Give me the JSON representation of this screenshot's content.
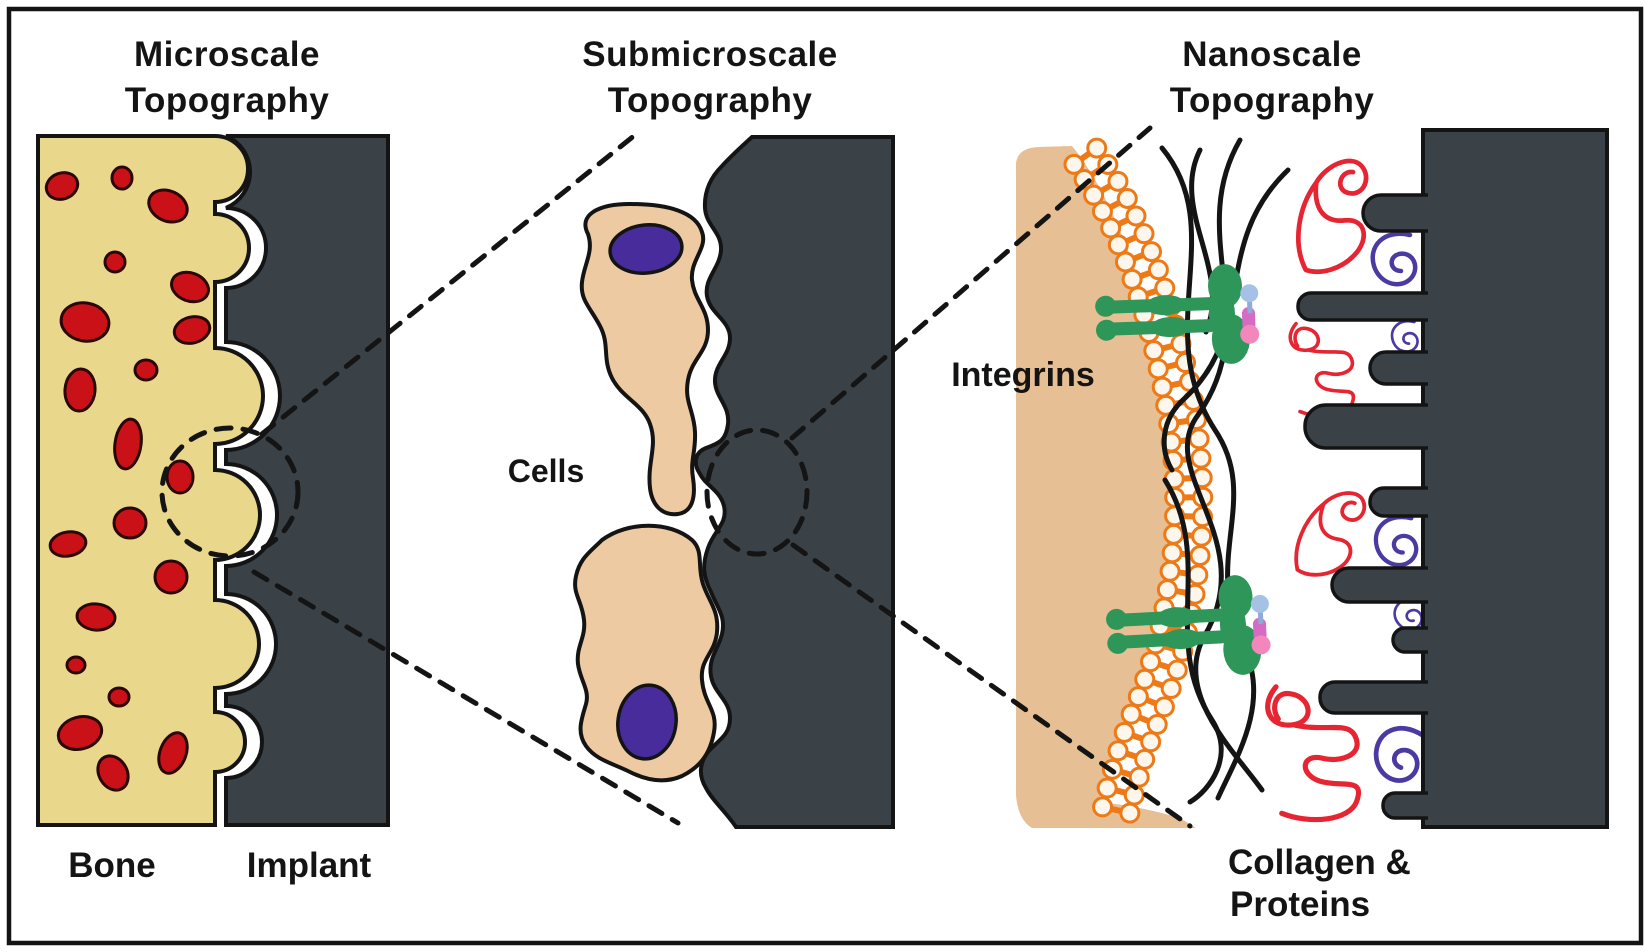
{
  "figure": {
    "type": "scientific-diagram",
    "subject": "Bone-implant interface topography at three length scales",
    "panels": [
      {
        "id": "microscale",
        "title_line1": "Microscale",
        "title_line2": "Topography",
        "labels": {
          "bone": "Bone",
          "implant": "Implant"
        }
      },
      {
        "id": "submicroscale",
        "title_line1": "Submicroscale",
        "title_line2": "Topography",
        "labels": {
          "cells": "Cells"
        }
      },
      {
        "id": "nanoscale",
        "title_line1": "Nanoscale",
        "title_line2": "Topography",
        "labels": {
          "integrins": "Integrins",
          "collagen_line1": "Collagen &",
          "collagen_line2": "Proteins"
        }
      }
    ],
    "colors": {
      "frame": "#141414",
      "background": "#ffffff",
      "bone": "#e9d78c",
      "marrow_red": "#cb1118",
      "implant": "#3b4247",
      "outline": "#141414",
      "cell_mid": "#edcaa2",
      "nucleus": "#482c9b",
      "cell_right": "#e7bf94",
      "membrane_orange": "#ed7a16",
      "membrane_head_fill": "#fcf6ec",
      "integrin_green": "#2f9659",
      "integrin_blue": "#a5c2e6",
      "integrin_pink": "#f387bb",
      "integrin_link": "#d66bc4",
      "collagen_black": "#141414",
      "protein_red": "#e52531",
      "protein_purple": "#4a3aa2",
      "dash": "#141414",
      "text": "#141414"
    }
  }
}
